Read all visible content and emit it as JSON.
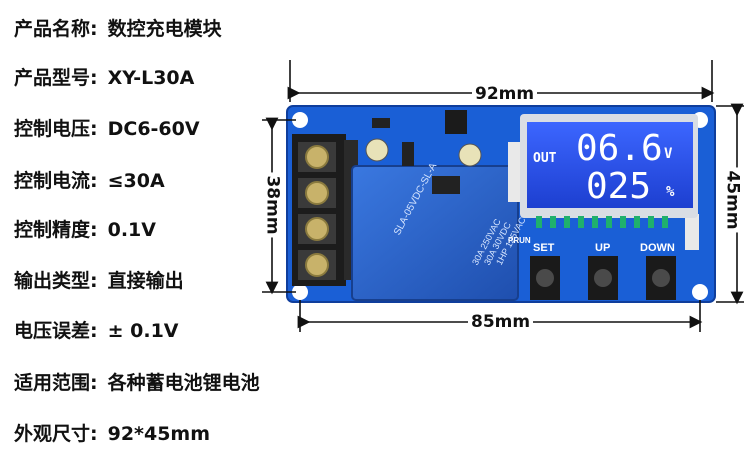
{
  "specs": [
    {
      "label": "产品名称:",
      "value": "数控充电模块"
    },
    {
      "label": "产品型号:",
      "value": "XY-L30A"
    },
    {
      "label": "控制电压:",
      "value": "DC6-60V"
    },
    {
      "label": "控制电流:",
      "value": "≤30A"
    },
    {
      "label": "控制精度:",
      "value": "0.1V"
    },
    {
      "label": "输出类型:",
      "value": "直接输出"
    },
    {
      "label": "电压误差:",
      "value": "± 0.1V"
    },
    {
      "label": "适用范围:",
      "value": "各种蓄电池锂电池"
    },
    {
      "label": "外观尺寸:",
      "value": "92*45mm"
    }
  ],
  "dimensions": {
    "width_top": "92mm",
    "width_bottom": "85mm",
    "height_right": "45mm",
    "height_left": "38mm"
  },
  "lcd": {
    "out_label": "OUT",
    "row1_value": "06.6",
    "row1_unit": "V",
    "row2_value": "025",
    "row2_unit": "%"
  },
  "buttons": {
    "set": "SET",
    "up": "UP",
    "down": "DOWN"
  },
  "relay": {
    "model": "SLA-05VDC-SL-A",
    "rating1": "30A 250VAC",
    "rating2": "30A 30VDC",
    "rating3": "1HP 125VAC"
  },
  "board": {
    "prun_label": "PRUN"
  },
  "colors": {
    "pcb": "#1a5fd6",
    "lcd": "#2d55e8",
    "relay": "#2b63c9",
    "terminal": "#222222"
  }
}
